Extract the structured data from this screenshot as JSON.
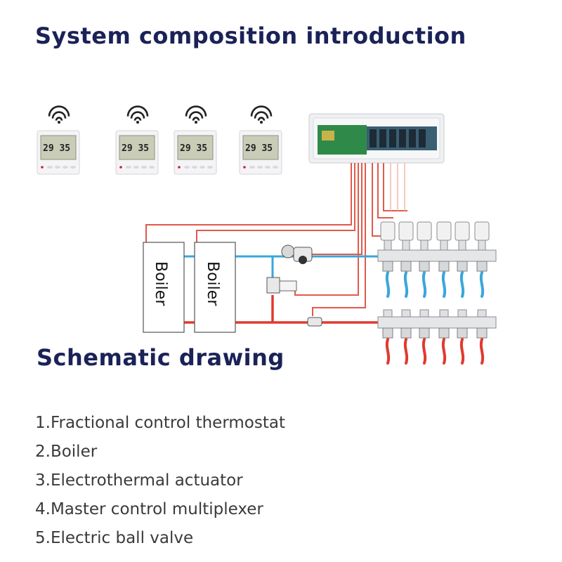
{
  "header": {
    "title": "System composition introduction"
  },
  "section": {
    "subtitle": "Schematic drawing"
  },
  "thermostats": [
    {
      "temp_left": "29",
      "temp_right": "35"
    },
    {
      "temp_left": "29",
      "temp_right": "35"
    },
    {
      "temp_left": "29",
      "temp_right": "35"
    },
    {
      "temp_left": "29",
      "temp_right": "35"
    }
  ],
  "boilers": [
    {
      "label": "Boiler"
    },
    {
      "label": "Boiler"
    }
  ],
  "legend": {
    "items": [
      "1.Fractional control thermostat",
      "2.Boiler",
      "3.Electrothermal actuator",
      "4.Master control multiplexer",
      "5.Electric ball valve"
    ]
  },
  "colors": {
    "title": "#1b2257",
    "hot_pipe": "#e03a2e",
    "cold_pipe": "#3aa6dc",
    "wire": "#e05a4a"
  }
}
